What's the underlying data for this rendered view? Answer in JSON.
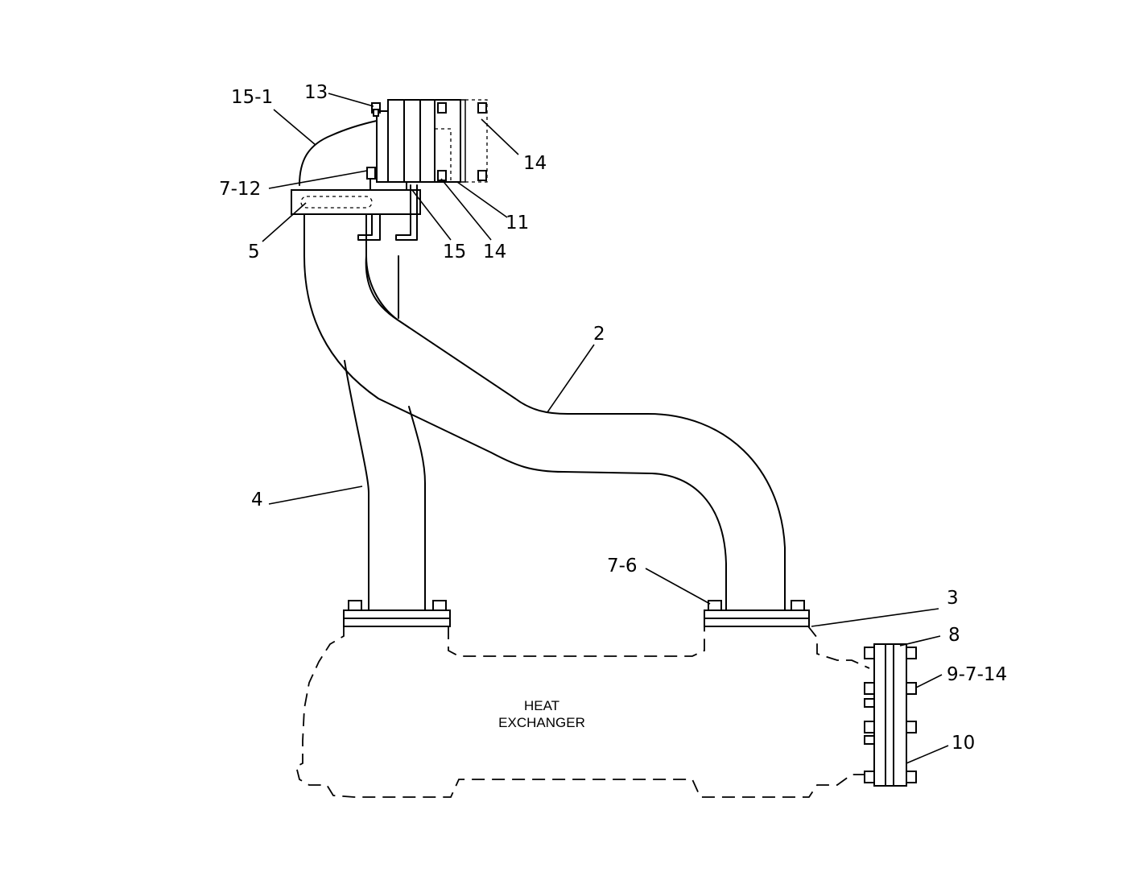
{
  "callouts": {
    "c15_1": "15-1",
    "c13": "13",
    "c14_top": "14",
    "c7_12": "7-12",
    "c11": "11",
    "c5": "5",
    "c15": "15",
    "c14_mid": "14",
    "c2": "2",
    "c4": "4",
    "c7_6": "7-6",
    "c3": "3",
    "c8": "8",
    "c9_7_14": "9-7-14",
    "c10": "10"
  },
  "component_label": {
    "line1": "HEAT",
    "line2": "EXCHANGER"
  }
}
